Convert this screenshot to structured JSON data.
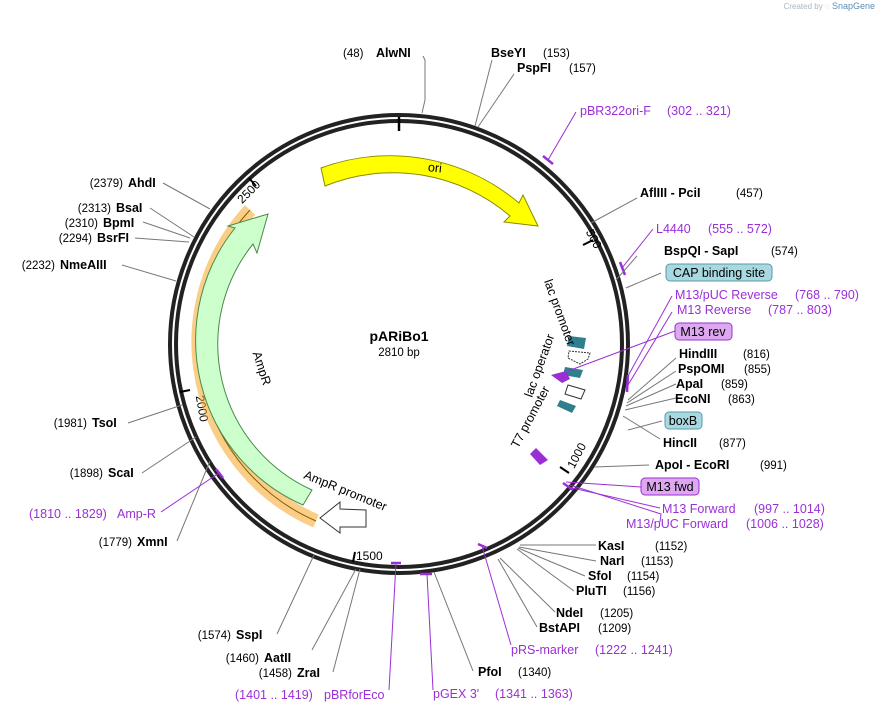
{
  "credit": {
    "prefix": "Created by",
    "brand": "SnapGene"
  },
  "plasmid": {
    "name": "pARiBo1",
    "length": "2810 bp"
  },
  "ticks": [
    "500",
    "1000",
    "1500",
    "2000",
    "2500"
  ],
  "features": [
    {
      "name": "ori",
      "color": "#ffff00"
    },
    {
      "name": "AmpR",
      "color": "#ccffcc"
    },
    {
      "name": "AmpR promoter",
      "color": "#ffffff"
    },
    {
      "name": "lac promoter",
      "color": "#ffffff"
    },
    {
      "name": "lac operator",
      "color": "#ffffff"
    },
    {
      "name": "T7 promoter",
      "color": "#9b2fd6"
    }
  ],
  "enzymes_top": [
    {
      "pos": "(48)",
      "name": "AlwNI"
    },
    {
      "name": "BseYI",
      "pos": "(153)"
    },
    {
      "name": "PspFI",
      "pos": "(157)"
    }
  ],
  "enzymes_left": [
    {
      "pos": "(2379)",
      "name": "AhdI"
    },
    {
      "pos": "(2313)",
      "name": "BsaI"
    },
    {
      "pos": "(2310)",
      "name": "BpmI"
    },
    {
      "pos": "(2294)",
      "name": "BsrFI"
    },
    {
      "pos": "(2232)",
      "name": "NmeAIII"
    },
    {
      "pos": "(1981)",
      "name": "TsoI"
    },
    {
      "pos": "(1898)",
      "name": "ScaI"
    },
    {
      "pos": "(1779)",
      "name": "XmnI"
    },
    {
      "pos": "(1574)",
      "name": "SspI"
    },
    {
      "pos": "(1460)",
      "name": "AatII"
    },
    {
      "pos": "(1458)",
      "name": "ZraI"
    }
  ],
  "enzymes_right": [
    {
      "name": "AflIII",
      "sep": " - ",
      "name2": "PciI",
      "pos": "(457)"
    },
    {
      "name": "BspQI",
      "sep": " - ",
      "name2": "SapI",
      "pos": "(574)"
    },
    {
      "name": "HindIII",
      "pos": "(816)"
    },
    {
      "name": "PspOMI",
      "pos": "(855)"
    },
    {
      "name": "ApaI",
      "pos": "(859)"
    },
    {
      "name": "EcoNI",
      "pos": "(863)"
    },
    {
      "name": "HincII",
      "pos": "(877)"
    },
    {
      "name": "ApoI",
      "sep": " - ",
      "name2": "EcoRI",
      "pos": "(991)"
    },
    {
      "name": "KasI",
      "pos": "(1152)"
    },
    {
      "name": "NarI",
      "pos": "(1153)"
    },
    {
      "name": "SfoI",
      "pos": "(1154)"
    },
    {
      "name": "PluTI",
      "pos": "(1156)"
    },
    {
      "name": "NdeI",
      "pos": "(1205)"
    },
    {
      "name": "BstAPI",
      "pos": "(1209)"
    },
    {
      "name": "PfoI",
      "pos": "(1340)"
    }
  ],
  "primers": [
    {
      "name": "pBR322ori-F",
      "range": "(302 .. 321)"
    },
    {
      "name": "L4440",
      "range": "(555 .. 572)"
    },
    {
      "name": "M13/pUC Reverse",
      "range": "(768 .. 790)"
    },
    {
      "name": "M13 Reverse",
      "range": "(787 .. 803)"
    },
    {
      "name": "M13 Forward",
      "range": "(997 .. 1014)"
    },
    {
      "name": "M13/pUC Forward",
      "range": "(1006 .. 1028)"
    },
    {
      "name": "pRS-marker",
      "range": "(1222 .. 1241)"
    },
    {
      "name": "pGEX 3'",
      "range": "(1341 .. 1363)"
    },
    {
      "name": "pBRforEco",
      "range": "(1401 .. 1419)"
    },
    {
      "name": "Amp-R",
      "range": "(1810 .. 1829)"
    }
  ],
  "boxes": [
    {
      "name": "CAP binding site",
      "color": "#a8d8e0"
    },
    {
      "name": "M13 rev",
      "color": "#dda8f0"
    },
    {
      "name": "boxB",
      "color": "#a8d8e0"
    },
    {
      "name": "M13 fwd",
      "color": "#dda8f0"
    }
  ]
}
